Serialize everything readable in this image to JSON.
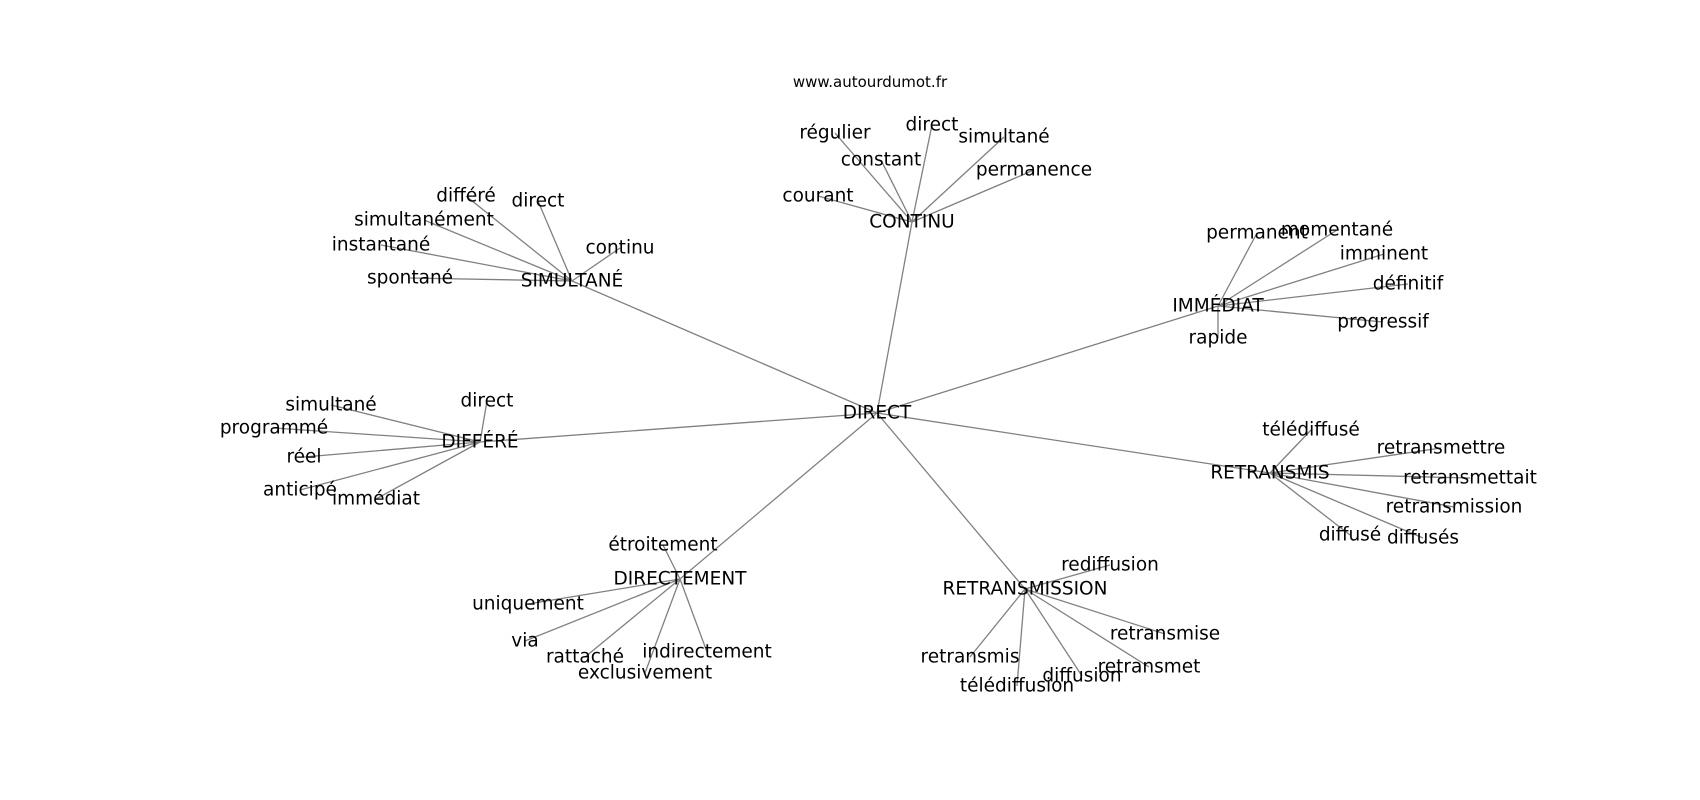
{
  "source": "www.autourdumot.fr",
  "center": "DIRECT",
  "hubs": [
    {
      "id": "continu",
      "label": "CONTINU",
      "children": [
        "régulier",
        "direct",
        "simultané",
        "constant",
        "permanence",
        "courant"
      ]
    },
    {
      "id": "simultane",
      "label": "SIMULTANÉ",
      "children": [
        "différé",
        "direct",
        "simultanément",
        "continu",
        "instantané",
        "spontané"
      ]
    },
    {
      "id": "immediat",
      "label": "IMMÉDIAT",
      "children": [
        "permanent",
        "momentané",
        "imminent",
        "définitif",
        "progressif",
        "rapide"
      ]
    },
    {
      "id": "differe",
      "label": "DIFFÉRÉ",
      "children": [
        "simultané",
        "direct",
        "programmé",
        "réel",
        "anticipé",
        "immédiat"
      ]
    },
    {
      "id": "retransmis",
      "label": "RETRANSMIS",
      "children": [
        "télédiffusé",
        "retransmettre",
        "retransmettait",
        "retransmission",
        "diffusé",
        "diffusés"
      ]
    },
    {
      "id": "directement",
      "label": "DIRECTEMENT",
      "children": [
        "étroitement",
        "uniquement",
        "via",
        "rattaché",
        "indirectement",
        "exclusivement"
      ]
    },
    {
      "id": "retransmission",
      "label": "RETRANSMISSION",
      "children": [
        "rediffusion",
        "retransmise",
        "retransmis",
        "retransmet",
        "diffusion",
        "télédiffusion"
      ]
    }
  ]
}
